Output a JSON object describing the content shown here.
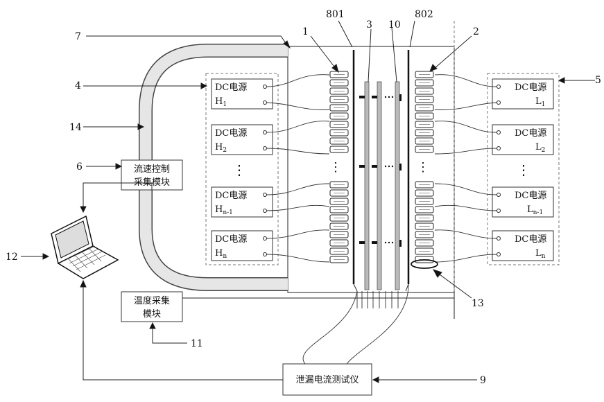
{
  "labels": {
    "l801": "801",
    "l802": "802",
    "l1": "1",
    "l2": "2",
    "l3": "3",
    "l4": "4",
    "l5": "5",
    "l6": "6",
    "l7": "7",
    "l9": "9",
    "l10": "10",
    "l11": "11",
    "l12": "12",
    "l13": "13",
    "l14": "14"
  },
  "modules": {
    "flow_line1": "流速控制",
    "flow_line2": "采集模块",
    "temp_line1": "温度采集",
    "temp_line2": "模块",
    "leak": "泄漏电流测试仪"
  },
  "dc_label": "DC电源",
  "left_supplies": [
    {
      "letter": "H",
      "sub": "1"
    },
    {
      "letter": "H",
      "sub": "2"
    },
    {
      "letter": "H",
      "sub": "n-1"
    },
    {
      "letter": "H",
      "sub": "n"
    }
  ],
  "right_supplies": [
    {
      "letter": "L",
      "sub": "1"
    },
    {
      "letter": "L",
      "sub": "2"
    },
    {
      "letter": "L",
      "sub": "n-1"
    },
    {
      "letter": "L",
      "sub": "n"
    }
  ],
  "ellipsis": "⋮"
}
